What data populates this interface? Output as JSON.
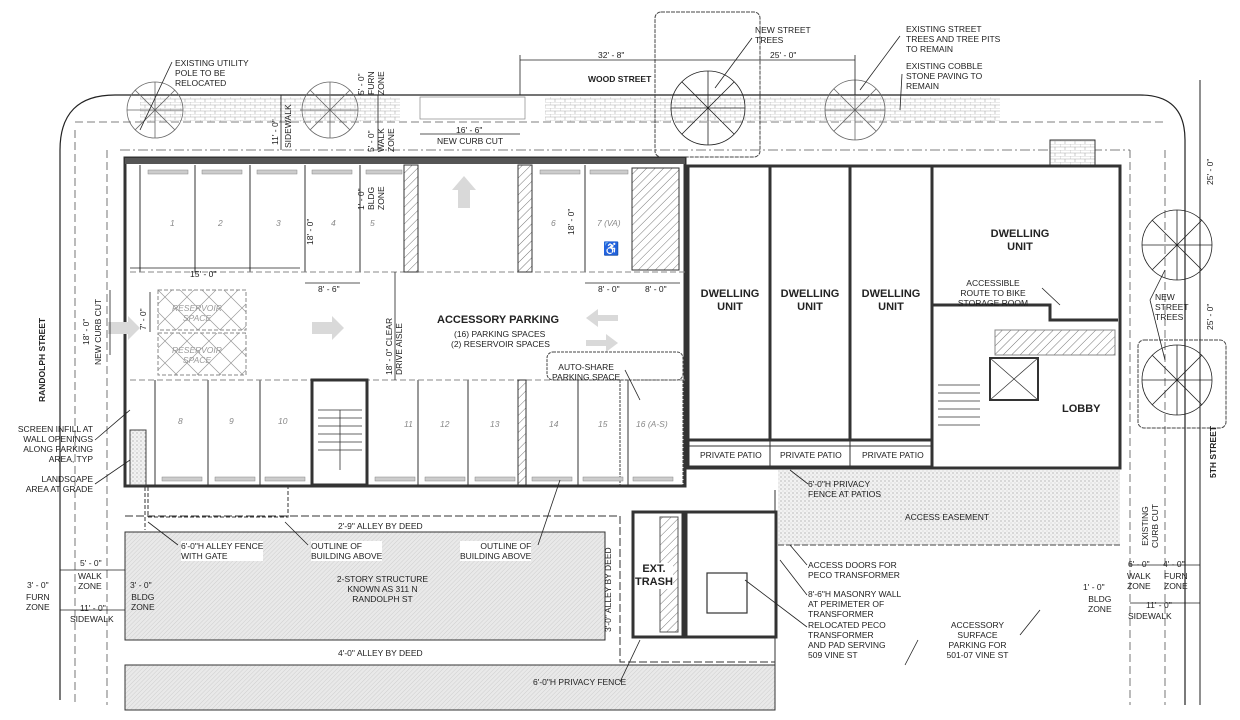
{
  "streets": {
    "wood": "WOOD STREET",
    "randolph": "RANDOLPH STREET",
    "fifth": "5TH STREET"
  },
  "notes": {
    "utility_pole": "EXISTING UTILITY\nPOLE TO BE\nRELOCATED",
    "new_street_trees_top": "NEW STREET\nTREES",
    "existing_trees": "EXISTING STREET\nTREES AND TREE PITS\nTO REMAIN",
    "cobble": "EXISTING COBBLE\nSTONE PAVING TO\nREMAIN",
    "new_curb_cut_top": "NEW CURB CUT",
    "new_curb_cut_left": "NEW CURB CUT",
    "accessory_parking": "ACCESSORY PARKING",
    "parking_spaces": "(16) PARKING SPACES",
    "reservoir_spaces": "(2) RESERVOIR SPACES",
    "reservoir_1": "RESERVOIR\nSPACE",
    "reservoir_2": "RESERVOIR\nSPACE",
    "drive_aisle": "18' - 0\" CLEAR\nDRIVE AISLE",
    "auto_share": "AUTO-SHARE\nPARKING SPACE",
    "accessible_route": "ACCESSIBLE\nROUTE TO BIKE\nSTORAGE ROOM",
    "lobby": "LOBBY",
    "new_street_trees_right": "NEW\nSTREET\nTREES",
    "screen_infill": "SCREEN INFILL AT\nWALL OPENINGS\nALONG PARKING\nAREA, TYP",
    "landscape": "LANDSCAPE\nAREA AT GRADE",
    "privacy_fence_patios": "6'-0\"H PRIVACY\nFENCE AT PATIOS",
    "access_easement": "ACCESS EASEMENT",
    "alley_2_9": "2'-9\" ALLEY BY DEED",
    "alley_fence": "6'-0\"H ALLEY FENCE\nWITH GATE",
    "outline_1": "OUTLINE OF\nBUILDING ABOVE",
    "outline_2": "OUTLINE OF\nBUILDING ABOVE",
    "two_story": "2-STORY STRUCTURE\nKNOWN AS 311 N\nRANDOLPH ST",
    "alley_3_0": "3'-0\" ALLEY BY DEED",
    "ext_trash": "EXT.\nTRASH",
    "access_doors": "ACCESS DOORS FOR\nPECO TRANSFORMER",
    "masonry_wall": "8'-6\"H MASONRY WALL\nAT PERIMETER OF\nTRANSFORMER",
    "relocated_peco": "RELOCATED PECO\nTRANSFORMER\nAND PAD SERVING\n509 VINE ST",
    "surface_parking": "ACCESSORY SURFACE\nPARKING FOR\n501-07 VINE ST",
    "alley_4_0": "4'-0\" ALLEY BY DEED",
    "privacy_fence": "6'-0\"H PRIVACY FENCE",
    "existing_curb_cut": "EXISTING\nCURB CUT"
  },
  "rooms": {
    "dwelling": [
      "DWELLING\nUNIT",
      "DWELLING\nUNIT",
      "DWELLING\nUNIT",
      "DWELLING\nUNIT"
    ],
    "patios": [
      "PRIVATE PATIO",
      "PRIVATE PATIO",
      "PRIVATE PATIO"
    ]
  },
  "parking_stalls": [
    "1",
    "2",
    "3",
    "4",
    "5",
    "6",
    "7 (VA)",
    "8",
    "9",
    "10",
    "11",
    "12",
    "13",
    "14",
    "15",
    "16 (A-S)"
  ],
  "dimensions": {
    "wood_32_8": "32' - 8\"",
    "wood_25_0": "25' - 0\"",
    "furn_5_0": "5' - 0\"",
    "furn_zone": "FURN\nZONE",
    "walk_5_0": "5' - 0\"",
    "walk_zone": "WALK\nZONE",
    "bldg_1_0": "1' - 0\"",
    "bldg_zone": "BLDG\nZONE",
    "sidewalk_11_0": "11' - 0\"",
    "sidewalk": "SIDEWALK",
    "curb_16_6": "16' - 6\"",
    "stall_18_0_a": "18' - 0\"",
    "stall_18_0_b": "18' - 0\"",
    "w_15_0": "15' - 0\"",
    "w_8_6": "8' - 6\"",
    "w_8_0_a": "8' - 0\"",
    "w_8_0_b": "8' - 0\"",
    "h_7_0": "7' - 0\"",
    "curb_18_0": "18' - 0\"",
    "fifth_25_0_a": "25' - 0\"",
    "fifth_25_0_b": "25' - 0\"",
    "left_sidewalk": {
      "walk": "5' - 0\"",
      "walk_zone": "WALK\nZONE",
      "furn": "3' - 0\"",
      "furn_zone": "FURN\nZONE",
      "bldg": "3' - 0\"",
      "bldg_zone": "BLDG\nZONE",
      "total": "11' - 0\"",
      "label": "SIDEWALK"
    },
    "right_sidewalk": {
      "walk": "6' - 0\"",
      "walk_zone": "WALK\nZONE",
      "furn": "4' - 0\"",
      "furn_zone": "FURN\nZONE",
      "bldg": "1' - 0\"",
      "bldg_zone": "BLDG\nZONE",
      "total": "11' - 0\"",
      "label": "SIDEWALK"
    }
  },
  "colors": {
    "line": "#222222",
    "hatch": "#9a9a9a",
    "structure": "#e4e4e4",
    "arrow": "#d9d9d9"
  }
}
